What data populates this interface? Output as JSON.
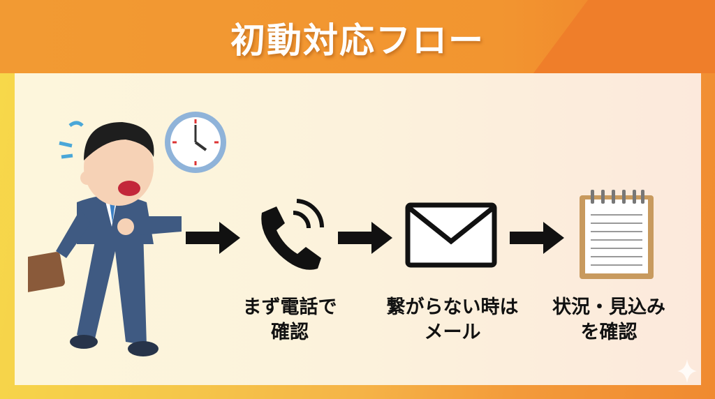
{
  "title": "初動対応フロー",
  "steps": [
    {
      "icon": "phone-icon",
      "line1": "まず電話で",
      "line2": "確認"
    },
    {
      "icon": "envelope-icon",
      "line1": "繋がらない時は",
      "line2": "メール"
    },
    {
      "icon": "notepad-icon",
      "line1": "状況・見込み",
      "line2": "を確認"
    }
  ],
  "colors": {
    "header": "#f29a33",
    "panel": "#fdf6dc",
    "text": "#111111"
  }
}
